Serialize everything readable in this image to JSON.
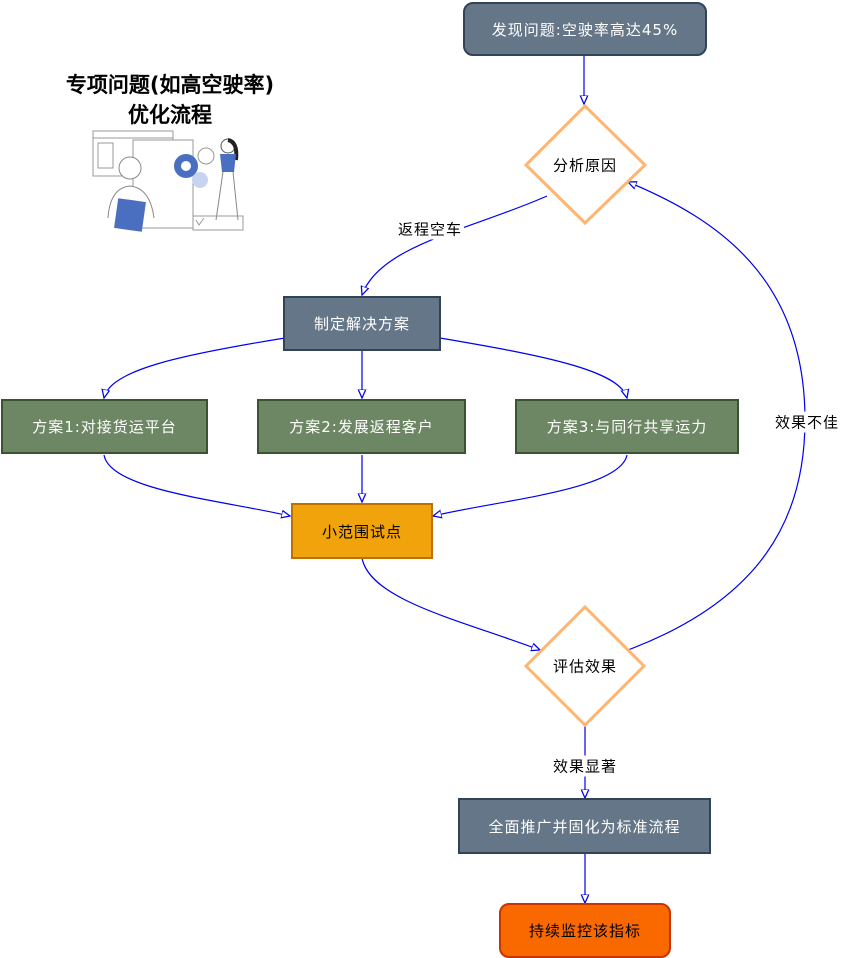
{
  "title": {
    "line1": "专项问题(如高空驶率)",
    "line2": "优化流程"
  },
  "illustration": "team-settings-gears-illustration",
  "nodes": {
    "problem": "发现问题:空驶率高达45%",
    "analyze": "分析原因",
    "plan": "制定解决方案",
    "option1": "方案1:对接货运平台",
    "option2": "方案2:发展返程客户",
    "option3": "方案3:与同行共享运力",
    "pilot": "小范围试点",
    "evaluate": "评估效果",
    "rollout": "全面推广并固化为标准流程",
    "monitor": "持续监控该指标"
  },
  "edge_labels": {
    "return_empty": "返程空车",
    "poor_effect": "效果不佳",
    "significant_effect": "效果显著"
  },
  "colors": {
    "edge": "#0000ee",
    "diamond_border": "#ffb570",
    "slate": "#647687",
    "green": "#6d8764",
    "amber": "#f0a30a",
    "orange": "#fa6800"
  }
}
